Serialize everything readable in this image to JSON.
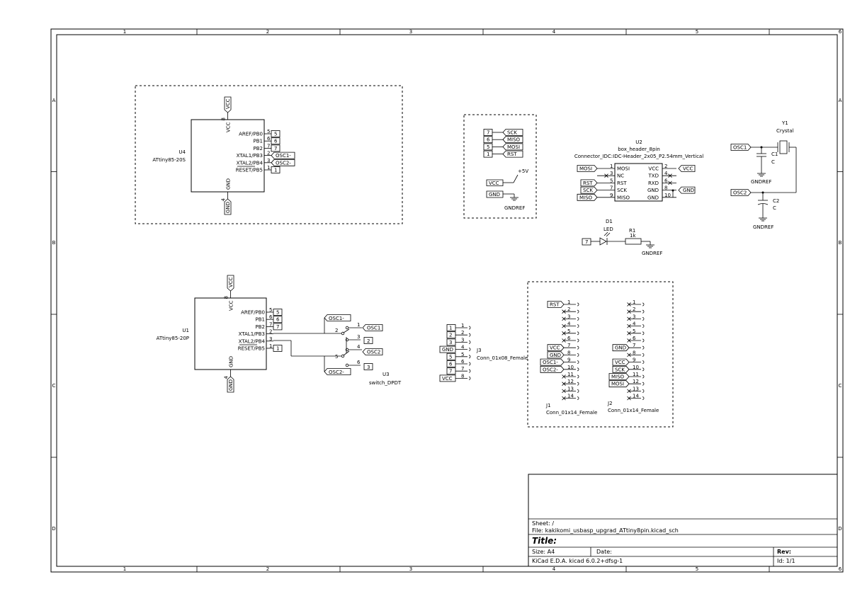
{
  "border": {
    "columns": [
      "1",
      "2",
      "3",
      "4",
      "5",
      "6"
    ],
    "rows": [
      "A",
      "B",
      "C",
      "D"
    ]
  },
  "u4": {
    "ref": "U4",
    "value": "ATtiny85-20S",
    "vcc": "VCC",
    "gnd": "GND",
    "vcc_pin": "8",
    "gnd_pin": "4",
    "pins": [
      {
        "name": "AREF/PB0",
        "num": "5",
        "label": "5"
      },
      {
        "name": "PB1",
        "num": "6",
        "label": "6"
      },
      {
        "name": "PB2",
        "num": "7",
        "label": "7"
      },
      {
        "name": "XTAL1/PB3",
        "num": "2",
        "label": "OSC1-"
      },
      {
        "name": "XTAL2/PB4",
        "num": "3",
        "label": "OSC2-"
      },
      {
        "name": "RESET/PB5",
        "num": "1",
        "label": "1"
      }
    ]
  },
  "u1": {
    "ref": "U1",
    "value": "ATtiny85-20P",
    "vcc": "VCC",
    "gnd": "GND",
    "vcc_pin": "8",
    "gnd_pin": "4",
    "pins": [
      {
        "name": "AREF/PB0",
        "num": "5",
        "label": "5"
      },
      {
        "name": "PB1",
        "num": "6",
        "label": "6"
      },
      {
        "name": "PB2",
        "num": "7",
        "label": "7"
      },
      {
        "name": "XTAL1/PB3",
        "num": "2",
        "label": ""
      },
      {
        "name": "XTAL2/PB4",
        "num": "3",
        "label": ""
      },
      {
        "name": "RESET/PB5",
        "num": "1",
        "label": "1"
      }
    ]
  },
  "pinmap": {
    "rows": [
      {
        "num": "7",
        "sig": "SCK"
      },
      {
        "num": "6",
        "sig": "MISO"
      },
      {
        "num": "5",
        "sig": "MOSI"
      },
      {
        "num": "1",
        "sig": "RST"
      }
    ],
    "vcc": "VCC",
    "plus5v": "+5V",
    "gnd": "GND",
    "gndref": "GNDREF"
  },
  "u2": {
    "ref": "U2",
    "value": "box_header_8pin",
    "footprint": "Connector_IDC:IDC-Header_2x05_P2.54mm_Vertical",
    "left": [
      {
        "num": "1",
        "name": "MOSI",
        "label": "MOSI"
      },
      {
        "num": "3",
        "name": "NC",
        "label": ""
      },
      {
        "num": "5",
        "name": "RST",
        "label": "RST"
      },
      {
        "num": "7",
        "name": "SCK",
        "label": "SCK"
      },
      {
        "num": "9",
        "name": "MISO",
        "label": "MISO"
      }
    ],
    "right": [
      {
        "num": "2",
        "name": "VCC",
        "label": "VCC"
      },
      {
        "num": "4",
        "name": "TXD",
        "label": ""
      },
      {
        "num": "6",
        "name": "RXD",
        "label": ""
      },
      {
        "num": "8",
        "name": "GND",
        "label": "GND"
      },
      {
        "num": "10",
        "name": "GND",
        "label": ""
      }
    ]
  },
  "y1": {
    "ref": "Y1",
    "value": "Crystal",
    "c1": "C1",
    "c1v": "C",
    "c2": "C2",
    "c2v": "C",
    "osc1": "OSC1",
    "osc2": "OSC2",
    "gndref": "GNDREF"
  },
  "d1": {
    "ref": "D1",
    "value": "LED",
    "r_ref": "R1",
    "r_val": "1k",
    "net": "7",
    "gndref": "GNDREF"
  },
  "u3": {
    "ref": "U3",
    "value": "switch_DPDT",
    "osc1m": "OSC1-",
    "osc2m": "OSC2-",
    "pins": [
      {
        "num": "1",
        "label": "OSC1"
      },
      {
        "num": "2",
        "label": ""
      },
      {
        "num": "3",
        "label": "2"
      },
      {
        "num": "4",
        "label": "OSC2"
      },
      {
        "num": "5",
        "label": ""
      },
      {
        "num": "6",
        "label": "3"
      }
    ]
  },
  "j3": {
    "ref": "J3",
    "value": "Conn_01x08_Female",
    "pins": [
      {
        "num": "1",
        "label": "1"
      },
      {
        "num": "2",
        "label": "2"
      },
      {
        "num": "3",
        "label": "3"
      },
      {
        "num": "4",
        "label": "GND"
      },
      {
        "num": "5",
        "label": "5"
      },
      {
        "num": "6",
        "label": "6"
      },
      {
        "num": "7",
        "label": "7"
      },
      {
        "num": "8",
        "label": "VCC"
      }
    ]
  },
  "j1": {
    "ref": "J1",
    "value": "Conn_01x14_Female",
    "pins": [
      "1",
      "2",
      "3",
      "4",
      "5",
      "6",
      "7",
      "8",
      "9",
      "10",
      "11",
      "12",
      "13",
      "14"
    ],
    "labels": {
      "1": "RST",
      "7": "VCC",
      "8": "GND",
      "9": "OSC1-",
      "10": "OSC2-"
    }
  },
  "j2": {
    "ref": "J2",
    "value": "Conn_01x14_Female",
    "pins": [
      "1",
      "2",
      "3",
      "4",
      "5",
      "6",
      "7",
      "8",
      "9",
      "10",
      "11",
      "12",
      "13",
      "14"
    ],
    "labels": {
      "7": "GND",
      "9": "VCC",
      "10": "SCK",
      "11": "MISO",
      "12": "MOSI"
    }
  },
  "title_block": {
    "sheet": "Sheet: /",
    "file": "File: kakikomi_usbasp_upgrad_ATtiny8pin.kicad_sch",
    "title": "Title:",
    "size": "Size: A4",
    "date": "Date:",
    "rev": "Rev:",
    "tool": "KiCad E.D.A.  kicad 6.0.2+dfsg-1",
    "id": "Id: 1/1"
  }
}
